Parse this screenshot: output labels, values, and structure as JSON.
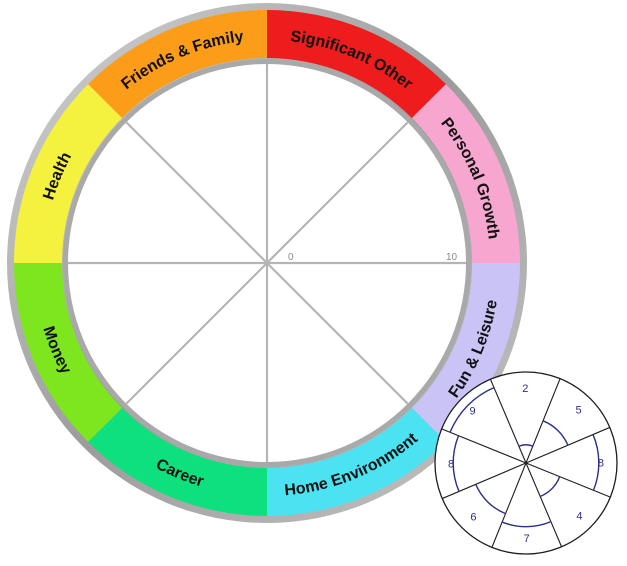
{
  "wheel": {
    "segments": [
      {
        "label": "Significant Other",
        "color": "#ee1c1c"
      },
      {
        "label": "Personal Growth",
        "color": "#f7a6cf"
      },
      {
        "label": "Fun & Leisure",
        "color": "#c9c4f5"
      },
      {
        "label": "Home Environment",
        "color": "#4be3f2"
      },
      {
        "label": "Career",
        "color": "#0ee07e"
      },
      {
        "label": "Money",
        "color": "#7ee61e"
      },
      {
        "label": "Health",
        "color": "#f4f23e"
      },
      {
        "label": "Friends & Family",
        "color": "#fc9d1a"
      }
    ],
    "scale_min": "0",
    "scale_max": "10",
    "ring_color": "#a9a9a9",
    "spoke_color": "#b5b5b5"
  },
  "example_wheel": {
    "scores": [
      "5",
      "8",
      "4",
      "7",
      "6",
      "8",
      "9",
      "2"
    ],
    "score_values": [
      5,
      8,
      4,
      7,
      6,
      8,
      9,
      2
    ],
    "max_score": 10,
    "line_color": "#2a2f8a"
  }
}
